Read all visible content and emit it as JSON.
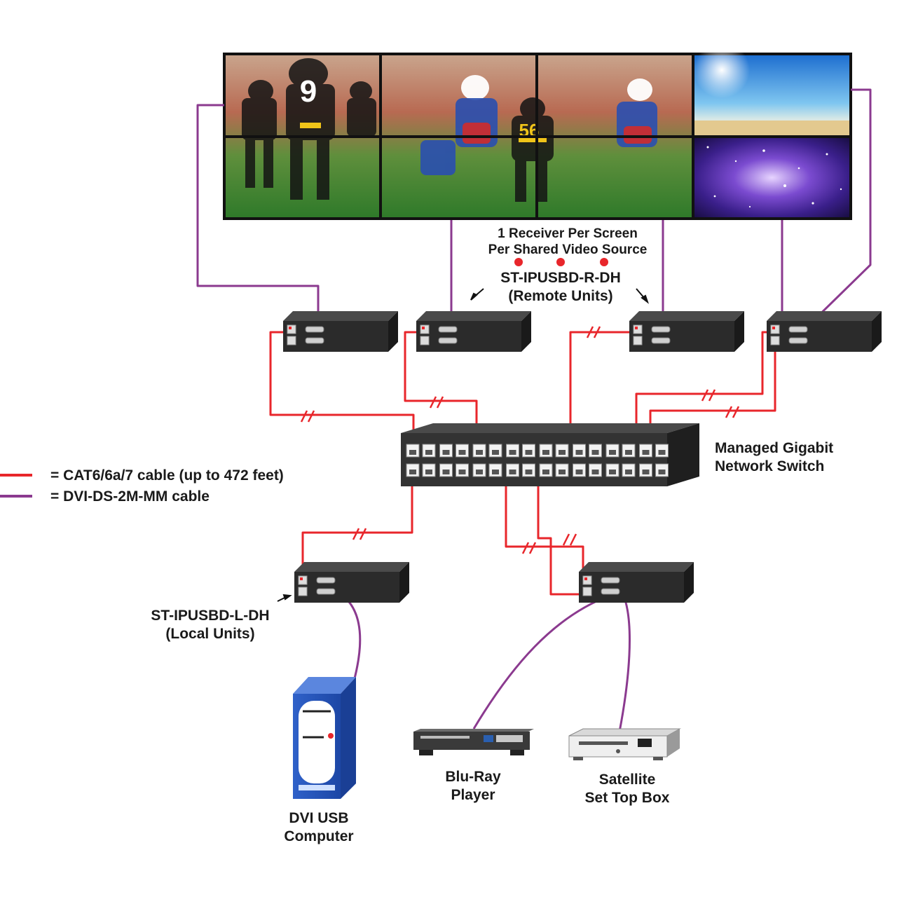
{
  "video_wall": {
    "screens": [
      "football-left",
      "football-middle",
      "football-right",
      "beach-sky",
      "galaxy"
    ]
  },
  "remote_caption": {
    "line1": "1 Receiver Per Screen",
    "line2": "Per Shared Video Source"
  },
  "remote_units": {
    "model": "ST-IPUSBD-R-DH",
    "desc": "(Remote Units)"
  },
  "switch": {
    "line1": "Managed Gigabit",
    "line2": "Network Switch"
  },
  "legend": {
    "cat6": "= CAT6/6a/7 cable (up to 472 feet)",
    "dvi": "= DVI-DS-2M-MM cable"
  },
  "local_units": {
    "model": "ST-IPUSBD-L-DH",
    "desc": "(Local Units)"
  },
  "computer": {
    "line1": "DVI USB",
    "line2": "Computer"
  },
  "bluray": {
    "line1": "Blu-Ray",
    "line2": "Player"
  },
  "satellite": {
    "line1": "Satellite",
    "line2": "Set Top Box"
  },
  "colors": {
    "cat6": "#e8262b",
    "dvi": "#8b3a8f",
    "device": "#2b2b2b",
    "switch": "#333333"
  }
}
